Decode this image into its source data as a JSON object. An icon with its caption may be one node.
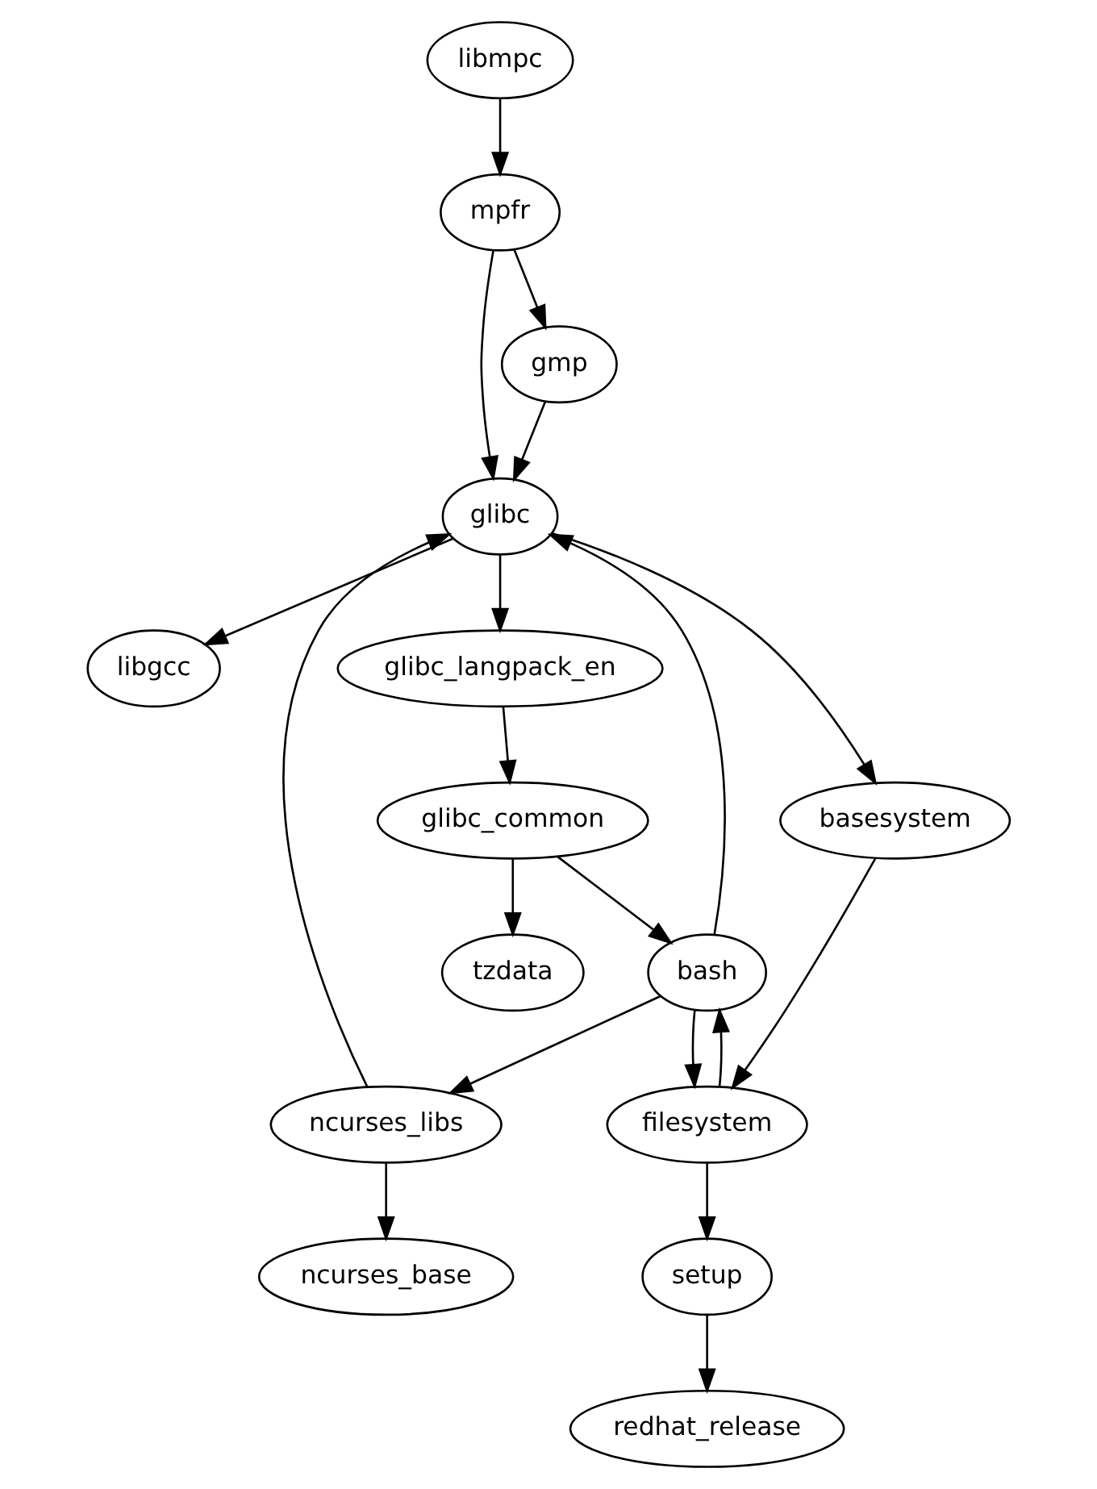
{
  "diagram": {
    "nodes": [
      {
        "text": [
          "libmpc"
        ]
      },
      {
        "text": [
          "mpfr"
        ]
      },
      {
        "text": [
          "gmp"
        ]
      },
      {
        "text": [
          "glibc"
        ]
      },
      {
        "text": [
          "libgcc"
        ]
      },
      {
        "text": [
          "glibc_langpack_en"
        ]
      },
      {
        "text": [
          "glibc_common"
        ]
      },
      {
        "text": [
          "basesystem"
        ]
      },
      {
        "text": [
          "tzdata"
        ]
      },
      {
        "text": [
          "bash"
        ]
      },
      {
        "text": [
          "ncurses_libs"
        ]
      },
      {
        "text": [
          "filesystem"
        ]
      },
      {
        "text": [
          "ncurses_base"
        ]
      },
      {
        "text": [
          "setup"
        ]
      },
      {
        "text": [
          "redhat_release"
        ]
      }
    ],
    "edges": [
      {
        "from": 0,
        "to": 1,
        "arrow": "to"
      },
      {
        "from": 1,
        "to": 3,
        "arrow": "to"
      },
      {
        "from": 1,
        "to": 2,
        "arrow": "to"
      },
      {
        "from": 2,
        "to": 3,
        "arrow": "to"
      },
      {
        "from": 3,
        "to": 4,
        "arrow": "to"
      },
      {
        "from": 3,
        "to": 5,
        "arrow": "to"
      },
      {
        "from": 3,
        "to": 7,
        "arrow": "to"
      },
      {
        "from": 5,
        "to": 6,
        "arrow": "to"
      },
      {
        "from": 6,
        "to": 8,
        "arrow": "to"
      },
      {
        "from": 6,
        "to": 9,
        "arrow": "to"
      },
      {
        "from": 9,
        "to": 3,
        "arrow": "to"
      },
      {
        "from": 9,
        "to": 10,
        "arrow": "to"
      },
      {
        "from": 9,
        "to": 11,
        "arrow": "to"
      },
      {
        "from": 11,
        "to": 9,
        "arrow": "to"
      },
      {
        "from": 7,
        "to": 11,
        "arrow": "to"
      },
      {
        "from": 10,
        "to": 3,
        "arrow": "to"
      },
      {
        "from": 10,
        "to": 12,
        "arrow": "to"
      },
      {
        "from": 11,
        "to": 13,
        "arrow": "to"
      },
      {
        "from": 13,
        "to": 14,
        "arrow": "to"
      }
    ]
  }
}
